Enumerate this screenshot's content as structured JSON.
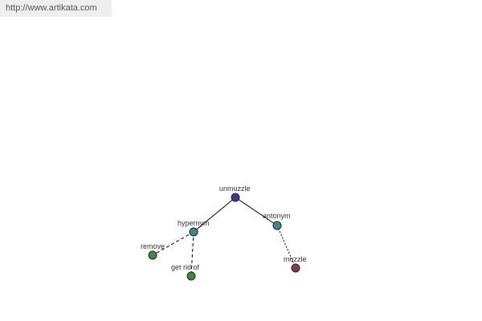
{
  "source": {
    "url": "http://www.artikata.com"
  },
  "graph": {
    "nodes": [
      {
        "id": "unmuzzle",
        "label": "unmuzzle",
        "color": "#3c3c8c"
      },
      {
        "id": "hypernym",
        "label": "hypernym",
        "color": "#3c8c8c"
      },
      {
        "id": "antonym",
        "label": "antonym",
        "color": "#3c8c8c"
      },
      {
        "id": "remove",
        "label": "remove",
        "color": "#3c8c3c"
      },
      {
        "id": "get-rid-of",
        "label": "get rid of",
        "color": "#3c8c3c"
      },
      {
        "id": "muzzle",
        "label": "muzzle",
        "color": "#8c3c3c"
      }
    ],
    "edges": [
      {
        "from": "unmuzzle",
        "to": "hypernym",
        "style": "solid"
      },
      {
        "from": "unmuzzle",
        "to": "antonym",
        "style": "solid"
      },
      {
        "from": "hypernym",
        "to": "remove",
        "style": "dashed"
      },
      {
        "from": "hypernym",
        "to": "get-rid-of",
        "style": "dashed"
      },
      {
        "from": "antonym",
        "to": "muzzle",
        "style": "dotted"
      }
    ]
  }
}
